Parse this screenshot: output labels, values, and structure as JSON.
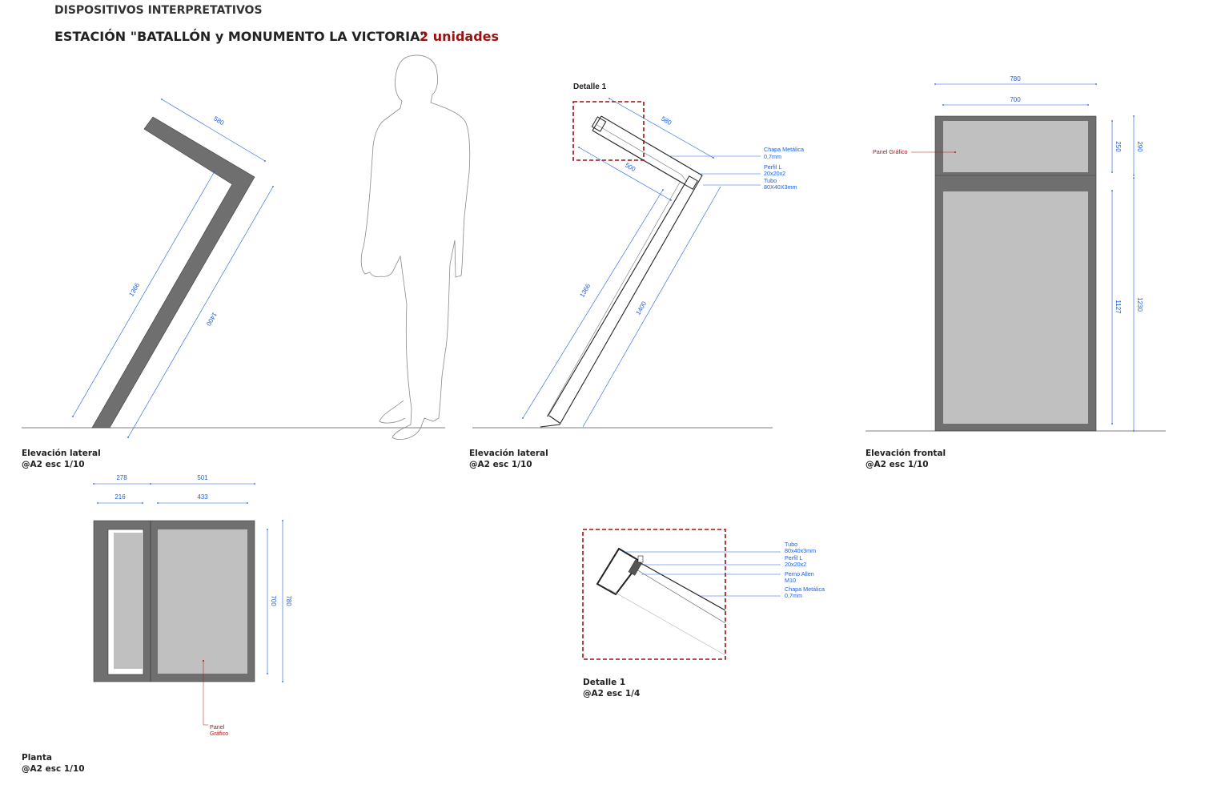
{
  "header": {
    "kicker": "DISPOSITIVOS INTERPRETATIVOS",
    "title": "ESTACIÓN \"BATALLÓN y MONUMENTO LA VICTORIA\"",
    "units": "2 unidades"
  },
  "colors": {
    "accent_red": "#9b1111",
    "dimension_blue": "#1a5ee6",
    "frame_gray": "#6f6f6f",
    "panel_gray": "#c0c0c0"
  },
  "views": {
    "side_a": {
      "caption_name": "Elevación lateral",
      "caption_scale": "@A2 esc 1/10",
      "dims": {
        "top": "580",
        "inner": "1366",
        "outer": "1400"
      }
    },
    "side_b": {
      "detail_label": "Detalle 1",
      "caption_name": "Elevación lateral",
      "caption_scale": "@A2 esc 1/10",
      "dims": {
        "top_outer": "580",
        "top_inner": "500",
        "inner": "1366",
        "outer": "1400"
      },
      "notes": {
        "chapa_1": "Chapa Metálica",
        "chapa_2": "0,7mm",
        "perfil_1": "Perfil L",
        "perfil_2": "20x20x2",
        "tubo_1": "Tubo",
        "tubo_2": "80X40X3mm"
      }
    },
    "front": {
      "caption_name": "Elevación frontal",
      "caption_scale": "@A2 esc 1/10",
      "panel_label": "Panel Gráfico",
      "dims": {
        "width_outer": "780",
        "width_inner": "700",
        "top_inner": "250",
        "top_outer": "290",
        "bottom_inner": "1127",
        "bottom_outer": "1230"
      }
    },
    "plan": {
      "caption_name": "Planta",
      "caption_scale": "@A2 esc 1/10",
      "panel_label_1": "Panel",
      "panel_label_2": "Gráfico",
      "dims": {
        "a_outer": "278",
        "b_outer": "501",
        "a_inner": "216",
        "b_inner": "433",
        "depth_inner": "700",
        "depth_outer": "780"
      }
    },
    "detail": {
      "caption_name": "Detalle 1",
      "caption_scale": "@A2 esc 1/4",
      "notes": {
        "tubo_1": "Tubo",
        "tubo_2": "80x40x3mm",
        "perfil_1": "Perfil L",
        "perfil_2": "20x20x2",
        "perno_1": "Perno Allen",
        "perno_2": "M10",
        "chapa_1": "Chapa Metálica",
        "chapa_2": "0,7mm"
      }
    }
  }
}
